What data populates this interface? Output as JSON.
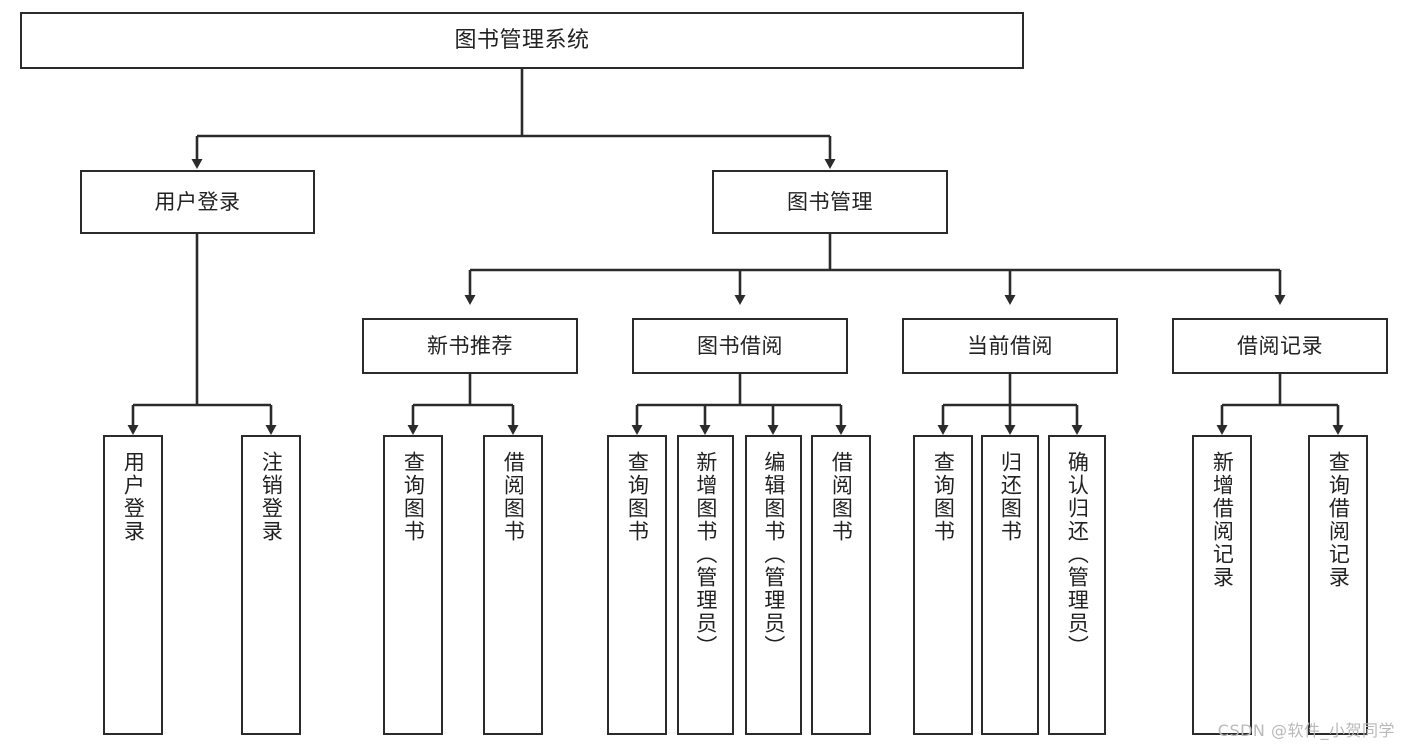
{
  "diagram": {
    "type": "tree",
    "title": "图书管理系统",
    "root": {
      "id": "root",
      "label": "图书管理系统"
    },
    "level2": [
      {
        "id": "user-login",
        "label": "用户登录"
      },
      {
        "id": "book-manage",
        "label": "图书管理"
      }
    ],
    "level3": [
      {
        "id": "new-book-recommend",
        "label": "新书推荐"
      },
      {
        "id": "book-borrow",
        "label": "图书借阅"
      },
      {
        "id": "current-borrow",
        "label": "当前借阅"
      },
      {
        "id": "borrow-record",
        "label": "借阅记录"
      }
    ],
    "leaves": [
      {
        "id": "leaf-user-login",
        "label": "用户登录",
        "parent": "user-login"
      },
      {
        "id": "leaf-logout",
        "label": "注销登录",
        "parent": "user-login"
      },
      {
        "id": "leaf-query-book-1",
        "label": "查询图书",
        "parent": "new-book-recommend"
      },
      {
        "id": "leaf-borrow-book-1",
        "label": "借阅图书",
        "parent": "new-book-recommend"
      },
      {
        "id": "leaf-query-book-2",
        "label": "查询图书",
        "parent": "book-borrow"
      },
      {
        "id": "leaf-add-book",
        "label": "新增图书（管理员）",
        "parent": "book-borrow"
      },
      {
        "id": "leaf-edit-book",
        "label": "编辑图书（管理员）",
        "parent": "book-borrow"
      },
      {
        "id": "leaf-borrow-book-2",
        "label": "借阅图书",
        "parent": "book-borrow"
      },
      {
        "id": "leaf-query-book-3",
        "label": "查询图书",
        "parent": "current-borrow"
      },
      {
        "id": "leaf-return-book",
        "label": "归还图书",
        "parent": "current-borrow"
      },
      {
        "id": "leaf-confirm-return",
        "label": "确认归还（管理员）",
        "parent": "current-borrow"
      },
      {
        "id": "leaf-add-record",
        "label": "新增借阅记录",
        "parent": "borrow-record"
      },
      {
        "id": "leaf-query-record",
        "label": "查询借阅记录",
        "parent": "borrow-record"
      }
    ]
  },
  "watermark": {
    "text": "CSDN @软件_小贺同学"
  },
  "colors": {
    "border": "#2b2b2b",
    "background": "#ffffff",
    "text": "#222222",
    "watermark": "#b9b9b9"
  }
}
